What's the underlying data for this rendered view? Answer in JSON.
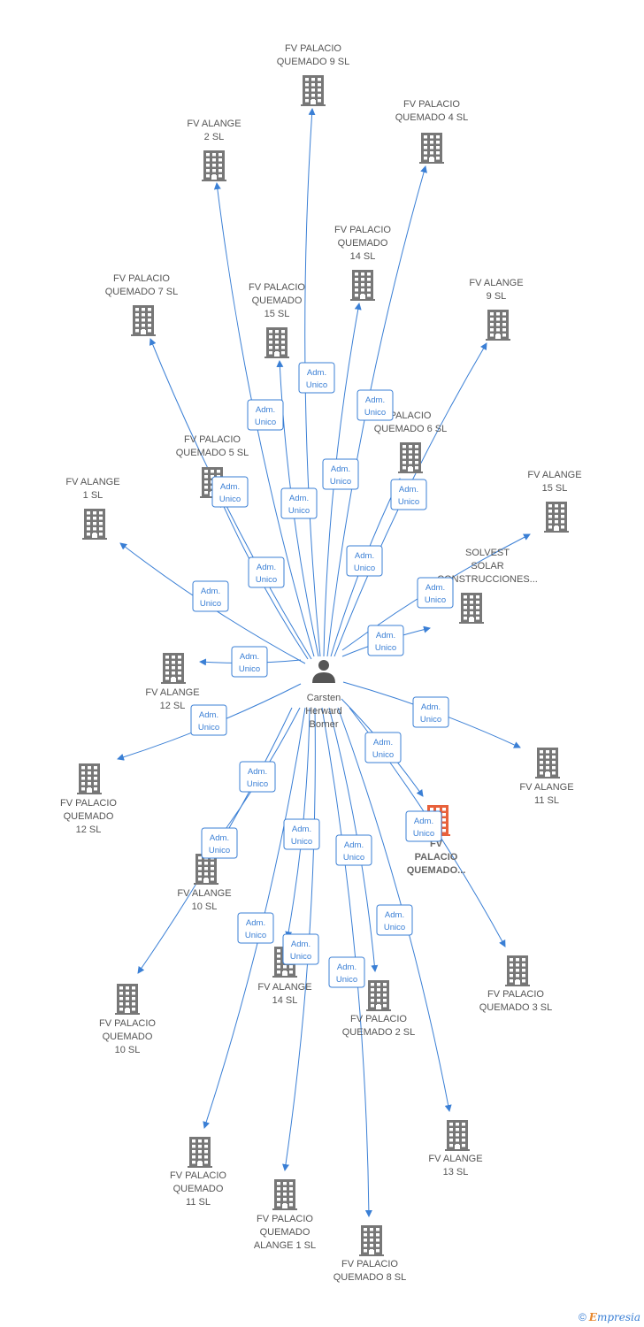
{
  "center": {
    "name_lines": [
      "Carsten",
      "Herward",
      "Borner"
    ],
    "icon": "person-icon"
  },
  "edge_label_lines": [
    "Adm.",
    "Unico"
  ],
  "colors": {
    "edge": "#3a7fd5",
    "building": "#777777",
    "highlight": "#e8613b"
  },
  "companies": [
    {
      "id": "fv-palacio-quemado-9-sl",
      "lines": [
        "FV PALACIO",
        "QUEMADO 9 SL"
      ]
    },
    {
      "id": "fv-palacio-quemado-4-sl",
      "lines": [
        "FV PALACIO",
        "QUEMADO 4 SL"
      ]
    },
    {
      "id": "fv-alange-2-sl",
      "lines": [
        "FV ALANGE",
        "2 SL"
      ]
    },
    {
      "id": "fv-palacio-quemado-14-sl",
      "lines": [
        "FV PALACIO",
        "QUEMADO",
        "14 SL"
      ]
    },
    {
      "id": "fv-palacio-quemado-7-sl",
      "lines": [
        "FV PALACIO",
        "QUEMADO 7 SL"
      ]
    },
    {
      "id": "fv-palacio-quemado-15-sl",
      "lines": [
        "FV PALACIO",
        "QUEMADO",
        "15 SL"
      ]
    },
    {
      "id": "fv-alange-9-sl",
      "lines": [
        "FV ALANGE",
        "9 SL"
      ]
    },
    {
      "id": "fv-palacio-quemado-6-sl",
      "lines": [
        "PALACIO",
        "QUEMADO 6 SL"
      ]
    },
    {
      "id": "fv-palacio-quemado-5-sl",
      "lines": [
        "FV PALACIO",
        "QUEMADO 5 SL"
      ]
    },
    {
      "id": "fv-alange-1-sl",
      "lines": [
        "FV ALANGE",
        "1 SL"
      ]
    },
    {
      "id": "fv-alange-15-sl",
      "lines": [
        "FV ALANGE",
        "15 SL"
      ]
    },
    {
      "id": "solvest-solar",
      "lines": [
        "SOLVEST",
        "SOLAR",
        "CONSTRUCCIONES..."
      ]
    },
    {
      "id": "fv-alange-12-sl",
      "lines": [
        "FV ALANGE",
        "12 SL"
      ]
    },
    {
      "id": "fv-alange-11-sl",
      "lines": [
        "FV ALANGE",
        "11 SL"
      ]
    },
    {
      "id": "fv-palacio-quemado-12-sl",
      "lines": [
        "FV PALACIO",
        "QUEMADO",
        "12 SL"
      ]
    },
    {
      "id": "fv-palacio-quemado-highlight",
      "lines": [
        "FV",
        "PALACIO",
        "QUEMADO..."
      ],
      "highlight": true
    },
    {
      "id": "fv-alange-10-sl",
      "lines": [
        "FV ALANGE",
        "10 SL"
      ]
    },
    {
      "id": "fv-palacio-quemado-10-sl",
      "lines": [
        "FV PALACIO",
        "QUEMADO",
        "10 SL"
      ]
    },
    {
      "id": "fv-alange-14-sl",
      "lines": [
        "FV ALANGE",
        "14 SL"
      ]
    },
    {
      "id": "fv-palacio-quemado-2-sl",
      "lines": [
        "FV PALACIO",
        "QUEMADO 2 SL"
      ]
    },
    {
      "id": "fv-palacio-quemado-3-sl",
      "lines": [
        "FV PALACIO",
        "QUEMADO 3 SL"
      ]
    },
    {
      "id": "fv-alange-13-sl",
      "lines": [
        "FV ALANGE",
        "13 SL"
      ]
    },
    {
      "id": "fv-palacio-quemado-11-sl",
      "lines": [
        "FV PALACIO",
        "QUEMADO",
        "11 SL"
      ]
    },
    {
      "id": "fv-palacio-quemado-alange-1-sl",
      "lines": [
        "FV PALACIO",
        "QUEMADO",
        "ALANGE 1 SL"
      ]
    },
    {
      "id": "fv-palacio-quemado-8-sl",
      "lines": [
        "FV PALACIO",
        "QUEMADO 8 SL"
      ]
    }
  ],
  "footer": {
    "copyright_symbol": "©",
    "brand_initial": "E",
    "brand_rest": "mpresia"
  }
}
